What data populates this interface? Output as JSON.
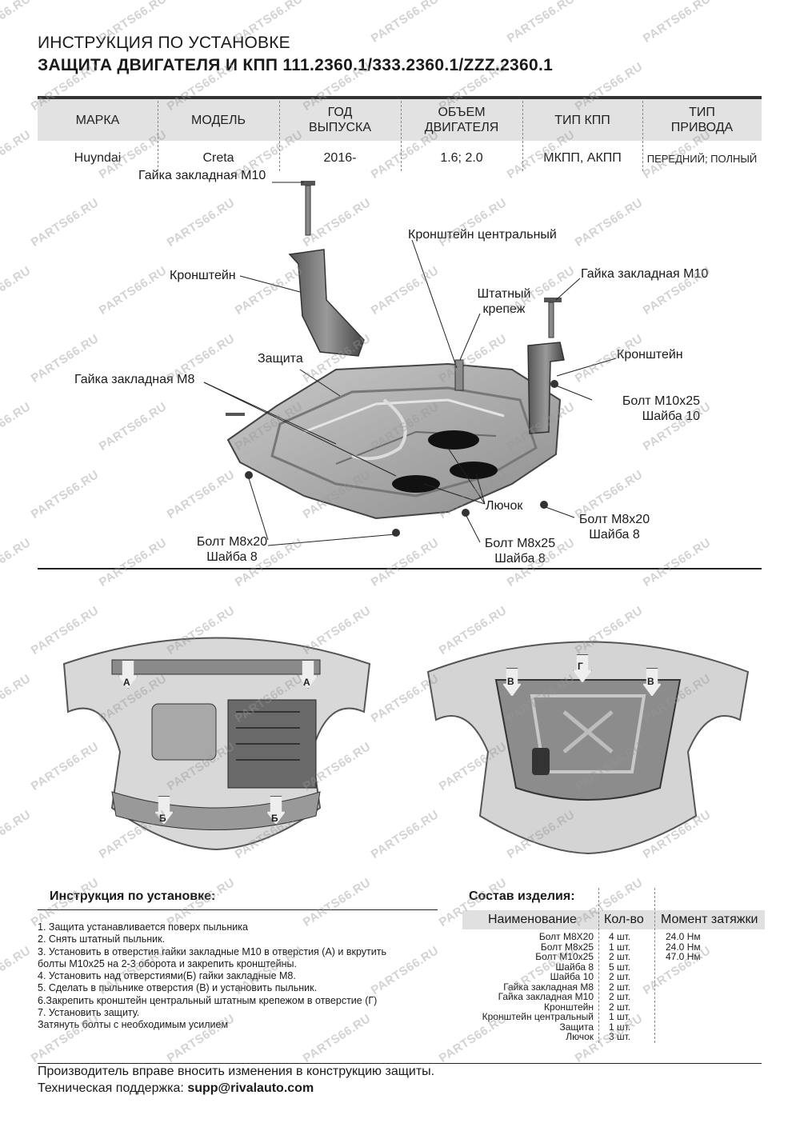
{
  "header": {
    "title": "ИНСТРУКЦИЯ ПО УСТАНОВКЕ",
    "subtitle": "ЗАЩИТА ДВИГАТЕЛЯ И КПП 111.2360.1/333.2360.1/ZZZ.2360.1"
  },
  "spec_table": {
    "headers": [
      "МАРКА",
      "МОДЕЛЬ",
      "ГОД\nВЫПУСКА",
      "ОБЪЕМ\nДВИГАТЕЛЯ",
      "ТИП КПП",
      "ТИП\nПРИВОДА"
    ],
    "values": [
      "Huyndai",
      "Creta",
      "2016-",
      "1.6; 2.0",
      "МКПП, АКПП",
      "ПЕРЕДНИЙ; ПОЛНЫЙ"
    ]
  },
  "diagram": {
    "labels": {
      "nut_m10_left": "Гайка закладная M10",
      "bracket_left": "Кронштейн",
      "bracket_central": "Кронштейн центральный",
      "stock_fastener": "Штатный\nкрепеж",
      "nut_m10_right": "Гайка закладная M10",
      "bracket_right": "Кронштейн",
      "guard": "Защита",
      "nut_m8": "Гайка закладная M8",
      "bolt_m10": "Болт M10x25\nШайба 10",
      "hatch": "Лючок",
      "bolt_m8x20_right": "Болт M8x20\nШайба 8",
      "bolt_m8x20_left": "Болт M8x20\nШайба 8",
      "bolt_m8x25": "Болт M8x25\nШайба 8"
    },
    "photo_marks_left": [
      "А",
      "А",
      "Б",
      "Б"
    ],
    "photo_marks_right": [
      "В",
      "Г",
      "В"
    ]
  },
  "instructions": {
    "title": "Инструкция по установке:",
    "steps": [
      "1. Защита устанавливается поверх пыльника",
      "2. Снять штатный пыльник.",
      "3. Установить в отверстия гайки закладные M10 в отверстия (А) и вкрутить",
      "болты M10х25 на 2-3 оборота и закрепить кронштейны.",
      "4. Установить над отверстиями(Б) гайки закладные M8.",
      "5. Сделать в пыльнике отверстия (В) и установить пыльник.",
      "6.Закрепить кронштейн центральный штатным крепежом в отверстие (Г)",
      "7. Установить защиту.",
      "Затянуть болты с необходимым усилием"
    ]
  },
  "composition": {
    "title": "Состав изделия:",
    "headers": [
      "Наименование",
      "Кол-во",
      "Момент затяжки"
    ],
    "rows": [
      {
        "name": "Болт M8X20",
        "qty": "4 шт.",
        "torque": "24.0 Нм"
      },
      {
        "name": "Болт M8x25",
        "qty": "1 шт.",
        "torque": "24.0 Нм"
      },
      {
        "name": "Болт M10x25",
        "qty": "2 шт.",
        "torque": "47.0 Нм"
      },
      {
        "name": "Шайба 8",
        "qty": "5 шт.",
        "torque": ""
      },
      {
        "name": "Шайба 10",
        "qty": "2 шт.",
        "torque": ""
      },
      {
        "name": "Гайка закладная M8",
        "qty": "2 шт.",
        "torque": ""
      },
      {
        "name": "Гайка закладная M10",
        "qty": "2 шт.",
        "torque": ""
      },
      {
        "name": "Кронштейн",
        "qty": "2 шт.",
        "torque": ""
      },
      {
        "name": "Кронштейн центральный",
        "qty": "1 шт.",
        "torque": ""
      },
      {
        "name": "Защита",
        "qty": "1 шт.",
        "torque": ""
      },
      {
        "name": "Лючок",
        "qty": "3 шт.",
        "torque": ""
      }
    ]
  },
  "footer": {
    "note": "Производитель вправе вносить изменения в конструкцию защиты.",
    "support_label": "Техническая поддержка: ",
    "support_email": "supp@rivalauto.com"
  },
  "watermark": "PARTS66.RU"
}
